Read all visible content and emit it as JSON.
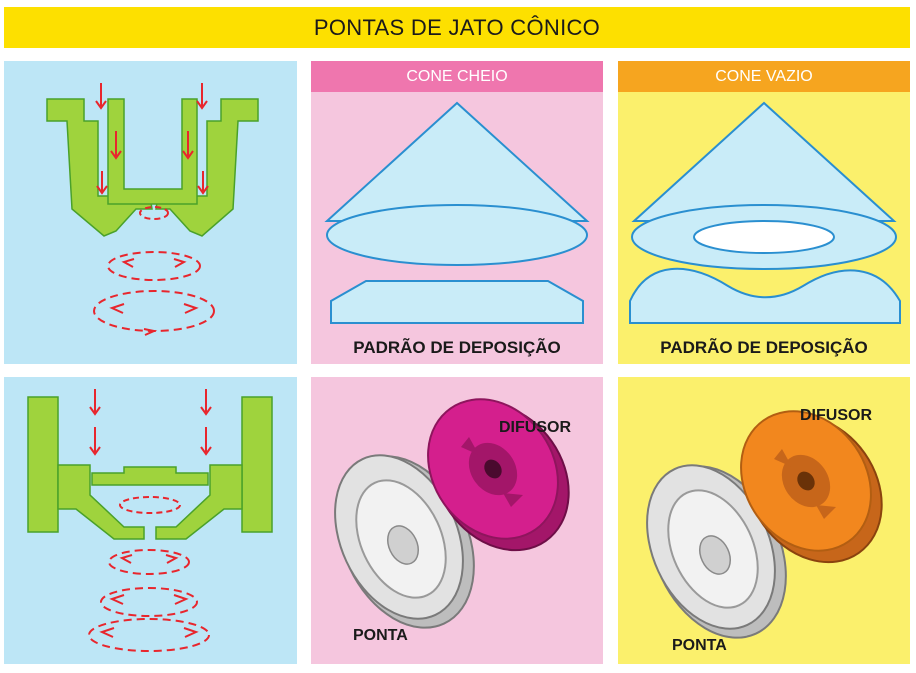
{
  "title": "PONTAS DE JATO CÔNICO",
  "full_cone": {
    "header": "CONE CHEIO",
    "caption": "PADRÃO DE DEPOSIÇÃO",
    "diffuser_label": "DIFUSOR",
    "tip_label": "PONTA"
  },
  "hollow_cone": {
    "header": "CONE VAZIO",
    "caption": "PADRÃO DE DEPOSIÇÃO",
    "diffuser_label": "DIFUSOR",
    "tip_label": "PONTA"
  },
  "colors": {
    "banner": "#fde000",
    "light_blue": "#bde6f6",
    "pink": "#f5c6de",
    "pink_header": "#ef76ae",
    "yellow": "#fbf06c",
    "orange_header": "#f6a51f",
    "nozzle_green": "#9fd33d",
    "flow_arrows": "#e8262d",
    "diffuser_magenta": "#d41f8d",
    "diffuser_orange": "#f2871e",
    "tip_gray": "#e2e2e2"
  }
}
